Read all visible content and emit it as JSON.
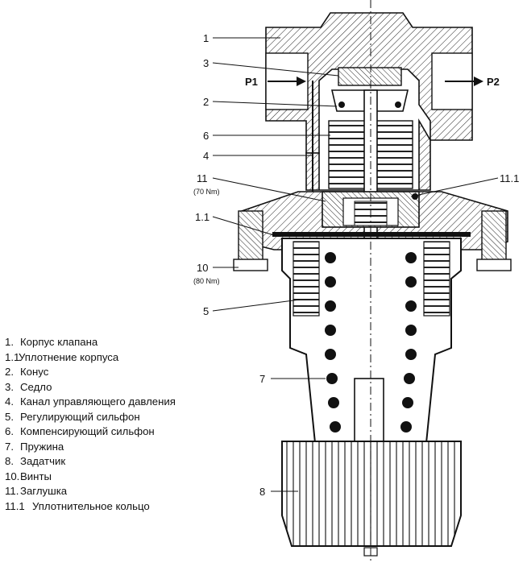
{
  "diagram": {
    "inlet_label": "P1",
    "outlet_label": "P2",
    "callouts": [
      {
        "id": "c1",
        "label": "1"
      },
      {
        "id": "c3",
        "label": "3"
      },
      {
        "id": "c2",
        "label": "2"
      },
      {
        "id": "c6",
        "label": "6"
      },
      {
        "id": "c4",
        "label": "4"
      },
      {
        "id": "c11",
        "label": "11",
        "torque": "(70 Nm)"
      },
      {
        "id": "c11_1",
        "label": "11.1"
      },
      {
        "id": "c1_1",
        "label": "1.1"
      },
      {
        "id": "c10",
        "label": "10",
        "torque": "(80 Nm)"
      },
      {
        "id": "c5",
        "label": "5"
      },
      {
        "id": "c7",
        "label": "7"
      },
      {
        "id": "c8",
        "label": "8"
      }
    ]
  },
  "legend": [
    {
      "num": "1.",
      "text": "Корпус клапана"
    },
    {
      "num": "1.1",
      "text": "Уплотнение корпуса"
    },
    {
      "num": "2.",
      "text": "Конус"
    },
    {
      "num": "3.",
      "text": "Седло"
    },
    {
      "num": "4.",
      "text": "Канал управляющего давления"
    },
    {
      "num": "5.",
      "text": "Регулирующий сильфон"
    },
    {
      "num": "6.",
      "text": "Компенсирующий сильфон"
    },
    {
      "num": "7.",
      "text": "Пружина"
    },
    {
      "num": "8.",
      "text": "Задатчик"
    },
    {
      "num": "10.",
      "text": "Винты"
    },
    {
      "num": "11.",
      "text": "Заглушка"
    },
    {
      "num": "11.1",
      "text": "Уплотнительное кольцо"
    }
  ]
}
